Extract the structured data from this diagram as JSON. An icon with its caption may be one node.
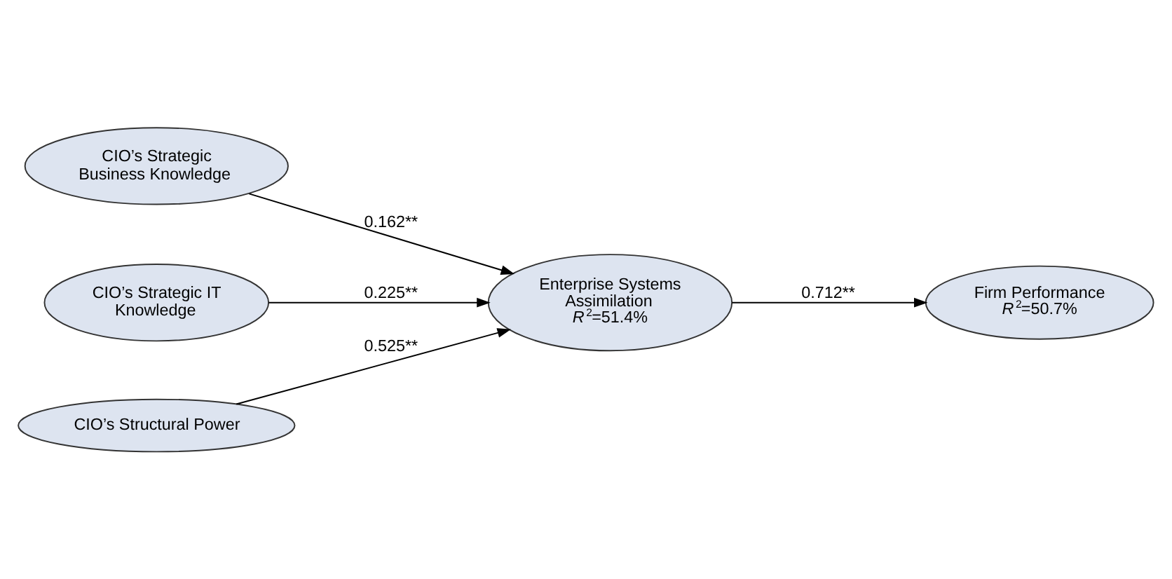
{
  "diagram": {
    "nodes": [
      {
        "text": [
          "CIO’s Strategic Business Knowledge"
        ]
      },
      {
        "text": [
          "CIO’s Strategic IT Knowledge"
        ]
      },
      {
        "text": [
          "CIO’s Structural Power"
        ]
      },
      {
        "text": [
          "Enterprise Systems Assimilation",
          "*R*$^{2}$=51.4%"
        ]
      },
      {
        "text": [
          "Firm Performance",
          "*R*$^{2}$=50.7%"
        ]
      }
    ],
    "edges": [
      {
        "from": 0,
        "to": 3,
        "arrow": "to",
        "label": "0.162**"
      },
      {
        "from": 1,
        "to": 3,
        "arrow": "to",
        "label": "0.225**"
      },
      {
        "from": 2,
        "to": 3,
        "arrow": "to",
        "label": "0.525**"
      },
      {
        "from": 3,
        "to": 4,
        "arrow": "to",
        "label": "0.712**"
      }
    ]
  }
}
